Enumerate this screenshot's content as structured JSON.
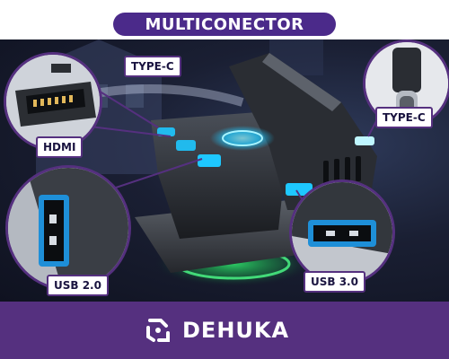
{
  "title": "MULTICONECTOR",
  "labels": {
    "type_c_top": "TYPE-C",
    "type_c_right": "TYPE-C",
    "hdmi": "HDMI",
    "usb_20": "USB 2.0",
    "usb_30": "USB 3.0"
  },
  "brand": {
    "name": "DEHUKA",
    "logo_icon": "dehuka-logo-icon"
  },
  "colors": {
    "brand_purple": "#55307f",
    "title_pill": "#4b2a8a",
    "glow_blue": "#1ec8ff",
    "glow_green": "#2ee06a"
  }
}
